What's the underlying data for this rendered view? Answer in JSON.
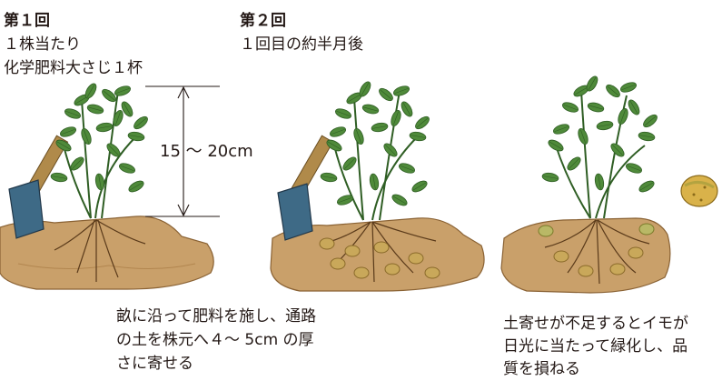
{
  "step1": {
    "title": "第１回",
    "line1": "１株当たり",
    "line2": "化学肥料大さじ１杯"
  },
  "step2": {
    "title": "第２回",
    "line1": "１回目の約半月後"
  },
  "dimension": {
    "label": "15 ～ 20cm"
  },
  "caption_middle": {
    "line1": "畝に沿って肥料を施し、通路",
    "line2": "の土を株元へ４～ 5cm の厚",
    "line3": "さに寄せる"
  },
  "caption_right": {
    "line1": "土寄せが不足するとイモが",
    "line2": "日光に当たって緑化し、品",
    "line3": "質を損ねる"
  },
  "colors": {
    "soil": "#c9a06a",
    "soil_dark": "#a87b45",
    "leaf": "#4f8a3a",
    "leaf_dark": "#2f5e24",
    "tuber": "#c9a85a",
    "hoe_blade": "#3e6a86",
    "handle": "#b08a4a"
  }
}
